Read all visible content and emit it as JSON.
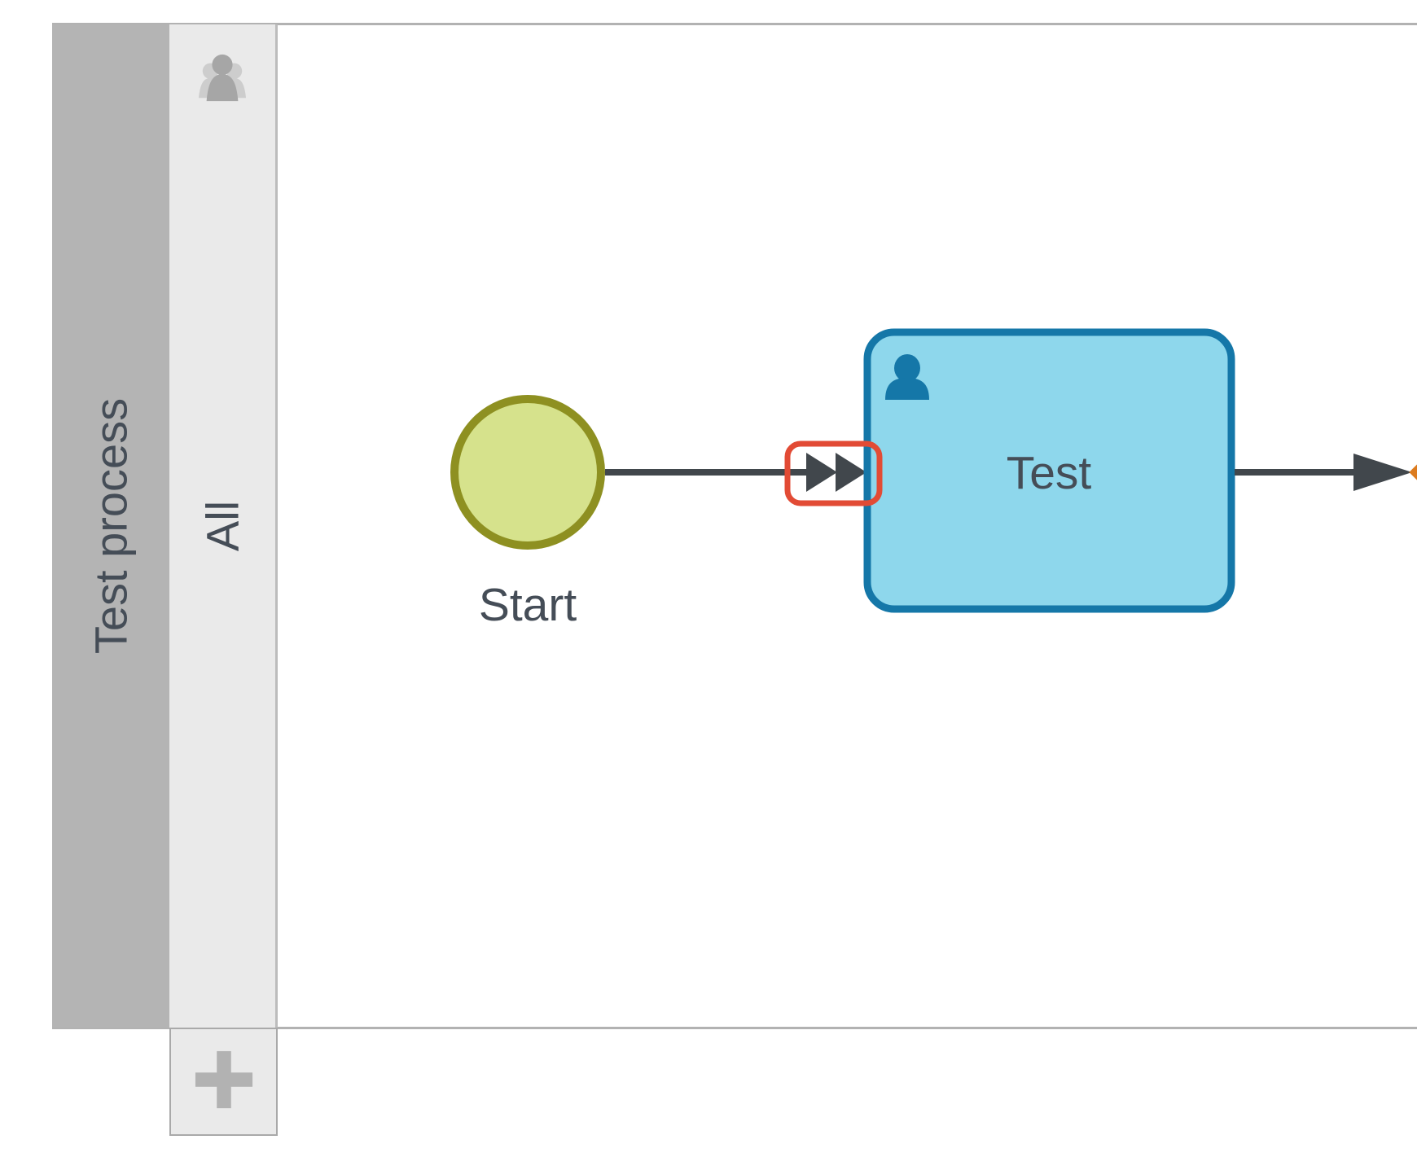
{
  "diagram": {
    "pool": {
      "label": "Test process"
    },
    "lane": {
      "label": "All",
      "icon": "participants-group-icon"
    },
    "add_lane": {
      "icon": "plus-icon"
    },
    "nodes": {
      "start_event": {
        "type": "start-event",
        "label": "Start",
        "fill": "#d6e28c",
        "stroke": "#8e9021"
      },
      "user_task": {
        "type": "user-task",
        "label": "Test",
        "fill": "#8ed7ec",
        "stroke": "#1577a8",
        "icon": "user-icon"
      },
      "gateway": {
        "type": "gateway",
        "fill": "#fbd0a2",
        "stroke": "#dc7b1e"
      }
    },
    "flows": [
      {
        "from": "Start",
        "to": "Test",
        "marker": "double-arrowhead"
      },
      {
        "from": "Test",
        "to": "gateway",
        "marker": "arrowhead"
      }
    ],
    "highlight": {
      "color": "#e24b35",
      "marks": "double-arrowhead at Test task input"
    },
    "colors": {
      "flow": "#41474c",
      "pool_bar": "#b4b4b4",
      "lane_bg": "#eaeaea",
      "label_text": "#454d57"
    }
  }
}
